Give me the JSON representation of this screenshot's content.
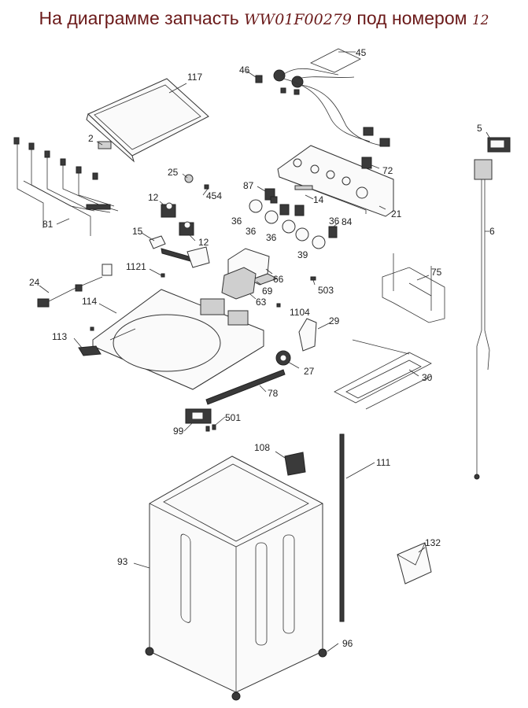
{
  "header": {
    "prefix": "На диаграмме запчасть",
    "part_code": "WW01F00279",
    "middle": "под номером",
    "part_number": "12"
  },
  "callouts": [
    "117",
    "46",
    "45",
    "5",
    "2",
    "72",
    "25",
    "454",
    "87",
    "14",
    "21",
    "12",
    "36",
    "36",
    "84",
    "81",
    "15",
    "12",
    "36",
    "36",
    "39",
    "6",
    "75",
    "1121",
    "66",
    "69",
    "503",
    "24",
    "63",
    "114",
    "1104",
    "29",
    "113",
    "27",
    "30",
    "78",
    "501",
    "99",
    "108",
    "111",
    "132",
    "93",
    "96"
  ]
}
